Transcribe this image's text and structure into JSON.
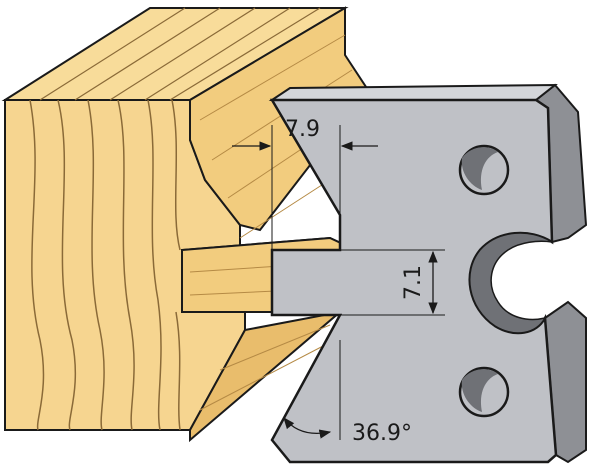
{
  "dimensions": {
    "top_width": "7.9",
    "slot_height": "7.1",
    "angle": "36.9°"
  },
  "colors": {
    "wood_light": "#f8dc9a",
    "wood_mid": "#f2cc7e",
    "wood_dark": "#e2b463",
    "wood_grain": "#8a6a38",
    "outline": "#1a1a1a",
    "steel_face": "#bfc1c6",
    "steel_edge": "#8e9095",
    "hole_shadow": "#6f7176"
  }
}
